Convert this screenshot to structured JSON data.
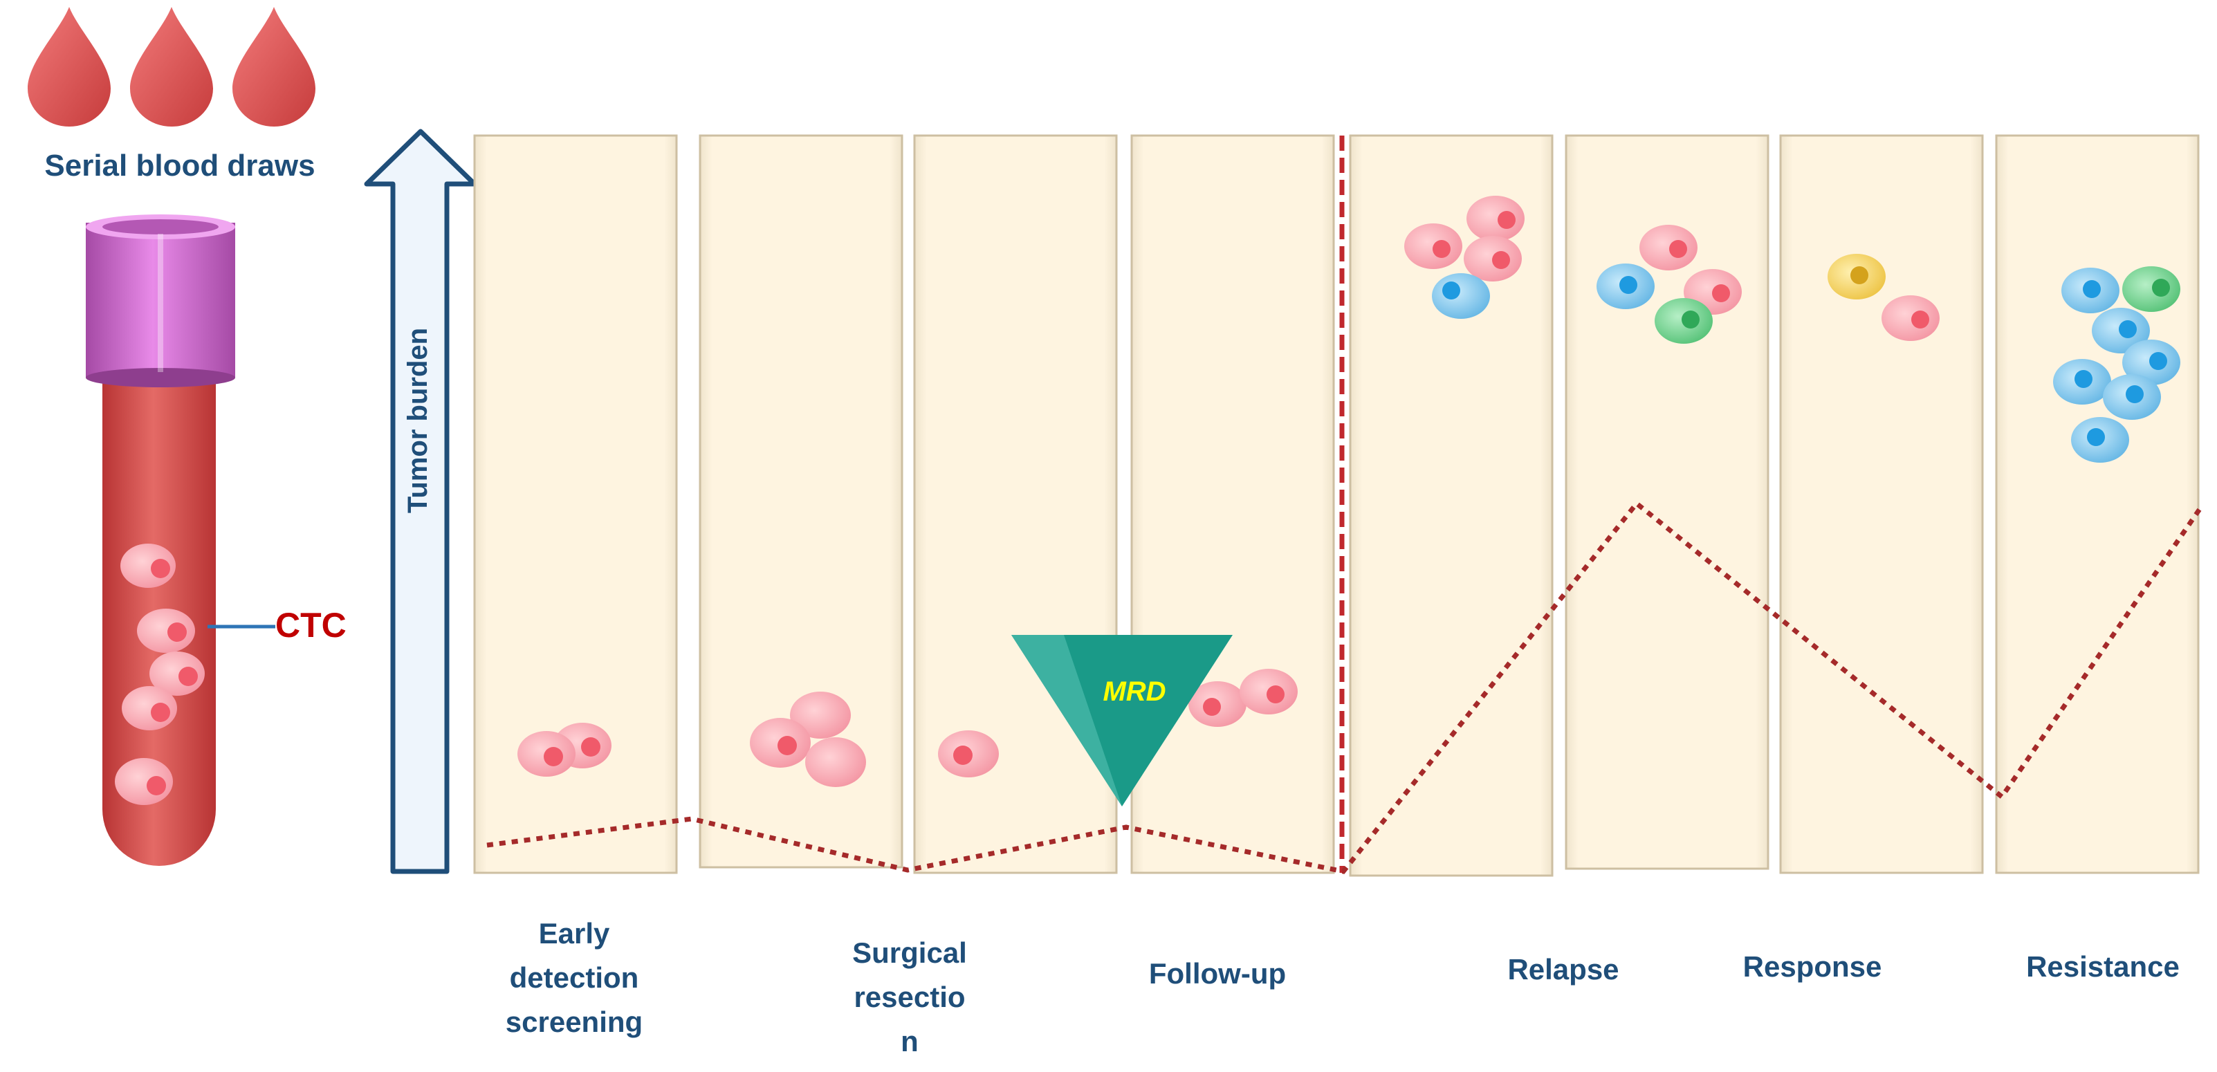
{
  "labels": {
    "serial_blood_draws": "Serial blood draws",
    "ctc": "CTC",
    "tumor_burden": "Tumor burden",
    "mrd": "MRD"
  },
  "stages": [
    {
      "label": "Early\ndetection\nscreening"
    },
    {
      "label": "Surgical\nresectio\nn"
    },
    {
      "label": "Follow-up"
    },
    {
      "label": "Relapse"
    },
    {
      "label": "Response"
    },
    {
      "label": "Resistance"
    }
  ],
  "colors": {
    "panel_fill": "#fdf2dc",
    "label_text": "#1f4e79",
    "ctc_text": "#c00000",
    "burden_line": "#a52a2a",
    "tube_red": "#d9534f",
    "cap_purple": "#c060c0",
    "mrd_triangle": "#1a9a88",
    "mrd_text": "#ffff00",
    "cell_pink": "#f8a8b0",
    "cell_blue": "#79c4ec",
    "cell_green": "#6ccf8a",
    "cell_yellow": "#f7d25e"
  },
  "icons": [
    "blood-drop-icon",
    "blood-tube-icon",
    "tumor-cell-icon",
    "arrow-up-icon"
  ]
}
